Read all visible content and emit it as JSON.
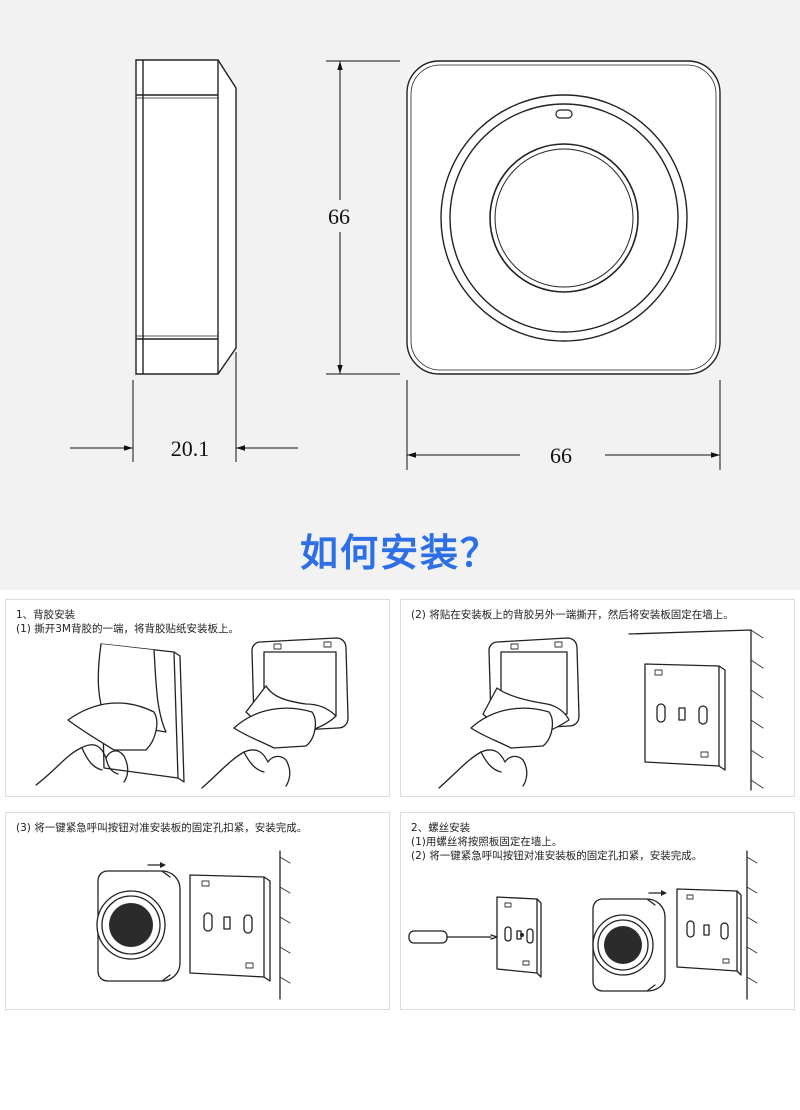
{
  "dimensions": {
    "depth": "20.1",
    "height": "66",
    "width": "66"
  },
  "heading": "如何安装？",
  "steps": [
    {
      "lines": [
        "1、背胶安装",
        "(1) 撕开3M背胶的一端，将背胶贴纸安装板上。"
      ]
    },
    {
      "lines": [
        "(2) 将贴在安装板上的背胶另外一端撕开，然后将安装板固定在墙上。"
      ]
    },
    {
      "lines": [
        "(3) 将一键紧急呼叫按钮对准安装板的固定孔扣紧，安装完成。"
      ]
    },
    {
      "lines": [
        "2、螺丝安装",
        "(1)用螺丝将按照板固定在墙上。",
        "(2) 将一键紧急呼叫按钮对准安装板的固定孔扣紧，安装完成。"
      ]
    }
  ],
  "colors": {
    "heading": "#2d6fe6",
    "top_background": "#f2f2f2",
    "line": "#222222"
  }
}
